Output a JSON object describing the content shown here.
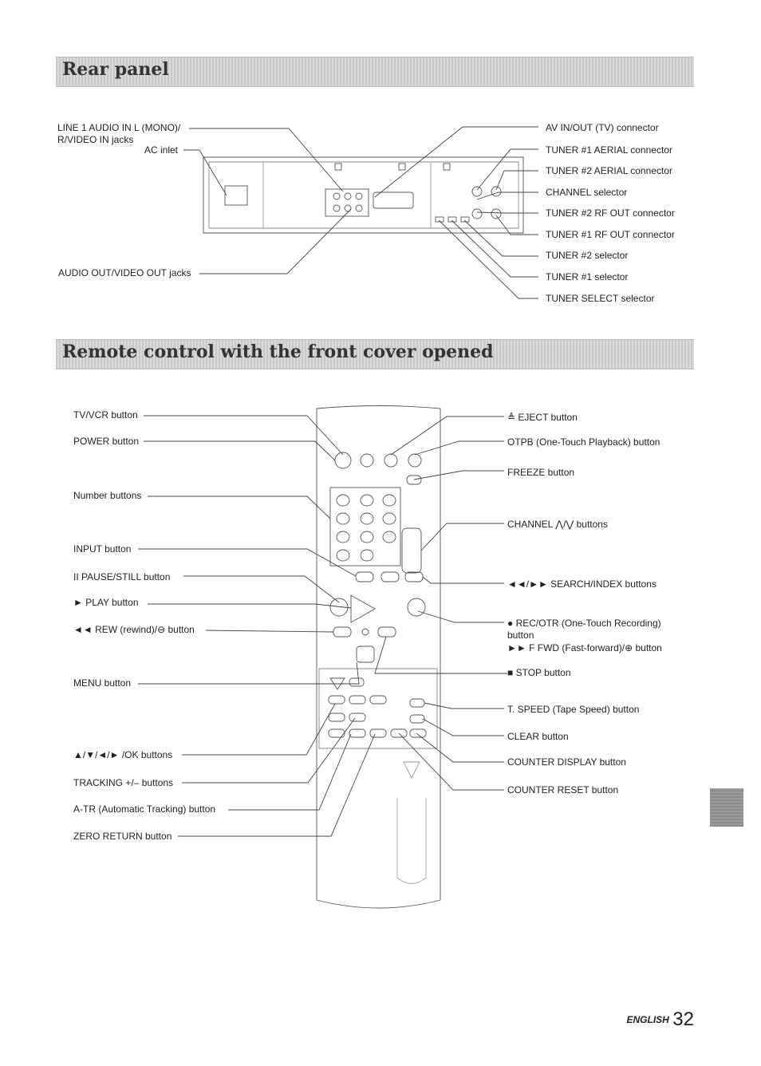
{
  "sections": {
    "rear_panel_title": "Rear panel",
    "remote_title": "Remote control with the front cover opened"
  },
  "rear_labels": {
    "line1_a": "LINE 1 AUDIO IN L (MONO)/",
    "line1_b": "R/VIDEO IN jacks",
    "ac_inlet": "AC inlet",
    "audio_out": "AUDIO OUT/VIDEO OUT jacks",
    "av_inout": "AV IN/OUT (TV) connector",
    "tuner1_aerial": "TUNER #1 AERIAL connector",
    "tuner2_aerial": "TUNER #2 AERIAL connector",
    "channel_selector": "CHANNEL selector",
    "tuner2_rf": "TUNER #2 RF OUT connector",
    "tuner1_rf": "TUNER #1 RF OUT connector",
    "tuner2_sel": "TUNER #2 selector",
    "tuner1_sel": "TUNER #1 selector",
    "tuner_select": "TUNER SELECT selector"
  },
  "remote_labels": {
    "tvvcr": "TV/VCR button",
    "power": "POWER button",
    "number": "Number buttons",
    "input": "INPUT button",
    "pause": "II PAUSE/STILL button",
    "play": "► PLAY button",
    "rew": "◄◄ REW (rewind)/⊖ button",
    "menu": "MENU button",
    "arrows": "▲/▼/◄/► /OK buttons",
    "tracking": "TRACKING +/– buttons",
    "atr": "A-TR (Automatic Tracking) button",
    "zero": "ZERO RETURN button",
    "eject": "≜ EJECT button",
    "otpb": "OTPB (One-Touch Playback) button",
    "freeze": "FREEZE button",
    "channel": "CHANNEL ⋀/⋁ buttons",
    "search": "◄◄/►► SEARCH/INDEX buttons",
    "rec_a": "● REC/OTR (One-Touch Recording)",
    "rec_b": "button",
    "ffwd": "►► F FWD (Fast-forward)/⊕ button",
    "stop": "■ STOP button",
    "tspeed": "T. SPEED (Tape Speed) button",
    "clear": "CLEAR button",
    "counter_display": "COUNTER DISPLAY button",
    "counter_reset": "COUNTER RESET button"
  },
  "footer": {
    "language": "ENGLISH",
    "page": "32"
  }
}
